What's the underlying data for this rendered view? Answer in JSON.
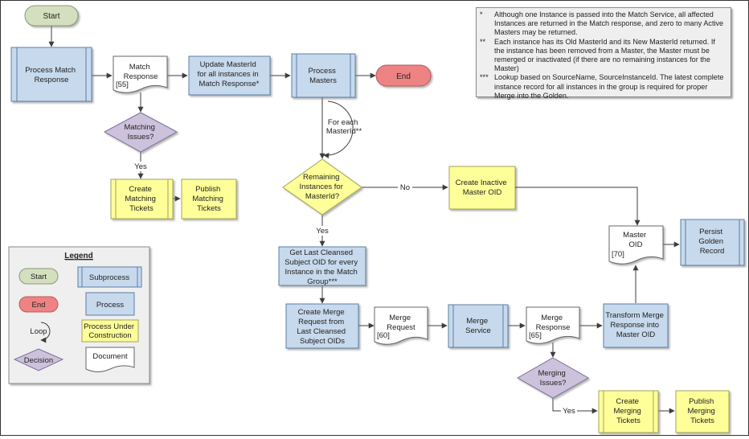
{
  "nodes": {
    "start": "Start",
    "process_match_response": [
      "Process Match",
      "Response"
    ],
    "match_response_doc": [
      "Match",
      "Response"
    ],
    "match_response_ref": "[55]",
    "update_masterid": [
      "Update MasterId",
      "for all instances in",
      "Match Response*"
    ],
    "process_masters": [
      "Process",
      "Masters"
    ],
    "end": "End",
    "matching_issues": [
      "Matching",
      "Issues?"
    ],
    "yes_1": "Yes",
    "create_matching_tickets": [
      "Create",
      "Matching",
      "Tickets"
    ],
    "publish_matching_tickets": [
      "Publish",
      "Matching",
      "Tickets"
    ],
    "loop_for_each": [
      "For each",
      "MasterId**"
    ],
    "remaining_instances": [
      "Remaining",
      "Instances  for",
      "MasterId?"
    ],
    "no_1": "No",
    "create_inactive": [
      "Create Inactive",
      "Master OID"
    ],
    "yes_2": "Yes",
    "get_last_cleansed": [
      "Get Last Cleansed",
      "Subject OID for every",
      "Instance in the Match",
      "Group***"
    ],
    "create_merge_request": [
      "Create Merge",
      "Request from",
      "Last Cleansed",
      "Subject OIDs"
    ],
    "merge_request_doc": [
      "Merge",
      "Request"
    ],
    "merge_request_ref": "[60]",
    "merge_service": [
      "Merge",
      "Service"
    ],
    "merge_response_doc": [
      "Merge",
      "Response"
    ],
    "merge_response_ref": "[65]",
    "transform_merge": [
      "Transform Merge",
      "Response into",
      "Master OID"
    ],
    "master_oid_doc": [
      "Master",
      "OID"
    ],
    "master_oid_ref": "[70]",
    "persist_golden": [
      "Persist",
      "Golden",
      "Record"
    ],
    "merging_issues": [
      "Merging",
      "Issues?"
    ],
    "yes_3": "Yes",
    "create_merging_tickets": [
      "Create",
      "Merging",
      "Tickets"
    ],
    "publish_merging_tickets": [
      "Publish",
      "Merging",
      "Tickets"
    ]
  },
  "legend": {
    "title": "Legend",
    "start": "Start",
    "end": "End",
    "loop": "Loop",
    "decision": "Decision",
    "subprocess": "Subprocess",
    "process": "Process",
    "under_construction": [
      "Process Under",
      "Construction"
    ],
    "document": "Document"
  },
  "notes": [
    {
      "marker": "*",
      "text": "Although one Instance is passed into the Match Service, all affected Instances are returned in the Match response, and zero to many Active Masters may be returned."
    },
    {
      "marker": "**",
      "text": "Each instance has its Old MasterId and its New MasterId returned.  If the instance has been removed from a Master, the Master must be remerged or inactivated (if there are no remaining instances for the Master)"
    },
    {
      "marker": "***",
      "text": "Lookup based on SourceName, SourceInstanceId.  The latest  complete instance record for all instances in the group is required for proper Merge into the Golden."
    }
  ],
  "colors": {
    "start_fill": "#d4dfbf",
    "end_fill": "#ee8383",
    "process_fill": "#c7d9ec",
    "decision_fill": "#ccc2dc",
    "construction_fill": "#ffff99",
    "document_fill": "#ffffff",
    "notes_fill": "#efefef"
  }
}
